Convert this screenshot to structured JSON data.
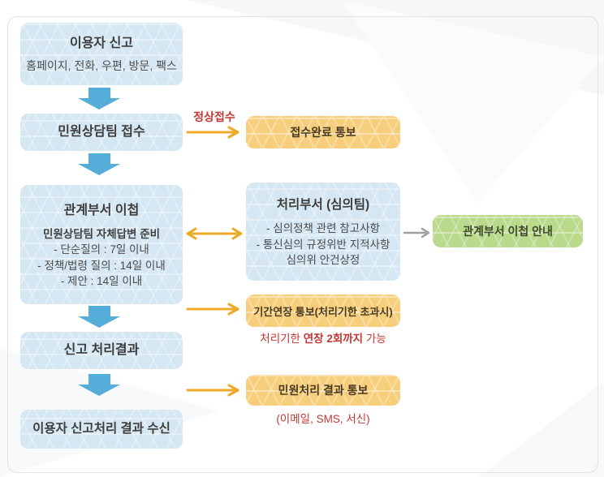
{
  "flow": {
    "steps": {
      "user_report": {
        "title": "이용자 신고",
        "subtitle": "홈페이지, 전화, 우편, 방문, 팩스"
      },
      "team_reception": {
        "title": "민원상담팀 접수"
      },
      "dept_transfer": {
        "title": "관계부서 이첩",
        "lines": [
          "민원상담팀 자체답변 준비",
          "- 단순질의 : 7일 이내",
          "- 정책/법령 질의 : 14일 이내",
          "- 제안 : 14일 이내"
        ]
      },
      "processing_dept": {
        "title": "처리부서 (심의팀)",
        "lines": [
          "- 심의정책 관련 참고사항",
          "- 통신심의 규정위반 지적사항",
          "심의위 안건상정"
        ]
      },
      "report_result": {
        "title": "신고 처리결과"
      },
      "user_receive": {
        "title": "이용자 신고처리 결과 수신"
      }
    },
    "notices": {
      "reception_complete": "접수완료 통보",
      "extension": "기간연장 통보(처리기한 초과시)",
      "result": "민원처리 결과 통보",
      "transfer_guide": "관계부서 이첩 안내"
    },
    "labels": {
      "normal_reception": "정상접수",
      "extension_note_pre": "처리기한 ",
      "extension_note_bold": "연장 2회까지",
      "extension_note_post": " 가능",
      "result_channels": "(이메일, SMS, 서신)"
    },
    "colors": {
      "box_blue": "#d4e7f2",
      "box_orange": "#f7cf7c",
      "box_green": "#b9d98b",
      "arrow_blue": "#55aed9",
      "arrow_orange": "#efa928",
      "arrow_gray": "#9aa0a4",
      "text_red": "#c53732"
    }
  }
}
